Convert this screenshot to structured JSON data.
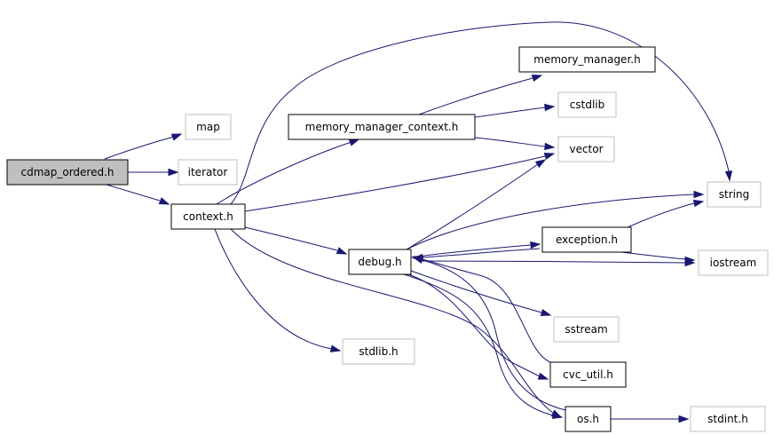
{
  "diagram": {
    "nodes": {
      "cdmap_ordered": {
        "label": "cdmap_ordered.h",
        "style": "root"
      },
      "map": {
        "label": "map",
        "style": "external"
      },
      "iterator": {
        "label": "iterator",
        "style": "external"
      },
      "context": {
        "label": "context.h",
        "style": "local"
      },
      "memory_manager": {
        "label": "memory_manager.h",
        "style": "local"
      },
      "memory_manager_context": {
        "label": "memory_manager_context.h",
        "style": "local"
      },
      "cstdlib": {
        "label": "cstdlib",
        "style": "external"
      },
      "vector": {
        "label": "vector",
        "style": "external"
      },
      "string": {
        "label": "string",
        "style": "external"
      },
      "exception": {
        "label": "exception.h",
        "style": "local"
      },
      "debug": {
        "label": "debug.h",
        "style": "local"
      },
      "iostream": {
        "label": "iostream",
        "style": "external"
      },
      "sstream": {
        "label": "sstream",
        "style": "external"
      },
      "stdlib": {
        "label": "stdlib.h",
        "style": "external"
      },
      "cvc_util": {
        "label": "cvc_util.h",
        "style": "local"
      },
      "os": {
        "label": "os.h",
        "style": "local"
      },
      "stdint": {
        "label": "stdint.h",
        "style": "external"
      }
    },
    "edges": [
      {
        "from": "cdmap_ordered",
        "to": "map"
      },
      {
        "from": "cdmap_ordered",
        "to": "iterator"
      },
      {
        "from": "cdmap_ordered",
        "to": "context"
      },
      {
        "from": "context",
        "to": "memory_manager_context"
      },
      {
        "from": "context",
        "to": "vector"
      },
      {
        "from": "context",
        "to": "string"
      },
      {
        "from": "context",
        "to": "debug"
      },
      {
        "from": "context",
        "to": "stdlib"
      },
      {
        "from": "context",
        "to": "os"
      },
      {
        "from": "memory_manager_context",
        "to": "memory_manager"
      },
      {
        "from": "memory_manager_context",
        "to": "cstdlib"
      },
      {
        "from": "memory_manager_context",
        "to": "vector"
      },
      {
        "from": "debug",
        "to": "vector"
      },
      {
        "from": "debug",
        "to": "string"
      },
      {
        "from": "debug",
        "to": "exception"
      },
      {
        "from": "debug",
        "to": "iostream"
      },
      {
        "from": "debug",
        "to": "sstream"
      },
      {
        "from": "debug",
        "to": "cvc_util"
      },
      {
        "from": "debug",
        "to": "os"
      },
      {
        "from": "exception",
        "to": "string"
      },
      {
        "from": "exception",
        "to": "iostream"
      },
      {
        "from": "exception",
        "to": "debug"
      },
      {
        "from": "cvc_util",
        "to": "debug"
      },
      {
        "from": "os",
        "to": "debug"
      },
      {
        "from": "os",
        "to": "stdint"
      }
    ],
    "colors": {
      "edge": "#191970",
      "root_fill": "#bfbfbf",
      "local_border": "#000000",
      "external_border": "#bfbfbf",
      "text": "#000000"
    }
  }
}
